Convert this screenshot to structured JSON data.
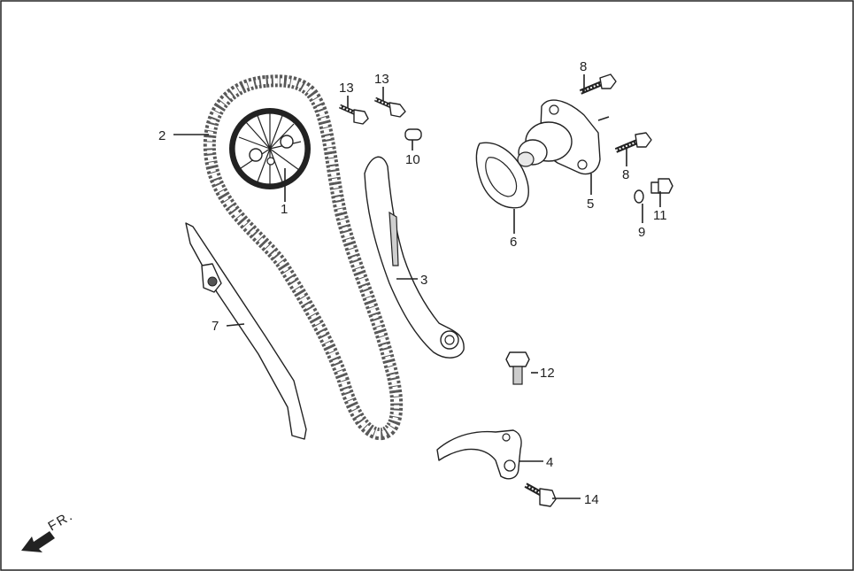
{
  "diagram": {
    "callouts": [
      {
        "id": "1",
        "label": "1",
        "part": "cam-sprocket"
      },
      {
        "id": "2",
        "label": "2",
        "part": "cam-chain"
      },
      {
        "id": "3",
        "label": "3",
        "part": "chain-tensioner-slipper"
      },
      {
        "id": "4",
        "label": "4",
        "part": "tensioner-bracket"
      },
      {
        "id": "5",
        "label": "5",
        "part": "tensioner-lifter"
      },
      {
        "id": "6",
        "label": "6",
        "part": "lifter-gasket"
      },
      {
        "id": "7",
        "label": "7",
        "part": "chain-guide"
      },
      {
        "id": "8a",
        "label": "8",
        "part": "lifter-bolt-upper"
      },
      {
        "id": "8b",
        "label": "8",
        "part": "lifter-bolt-lower"
      },
      {
        "id": "9",
        "label": "9",
        "part": "sealing-washer"
      },
      {
        "id": "10",
        "label": "10",
        "part": "dowel-pin"
      },
      {
        "id": "11",
        "label": "11",
        "part": "sealing-bolt"
      },
      {
        "id": "12",
        "label": "12",
        "part": "pivot-bolt"
      },
      {
        "id": "13a",
        "label": "13",
        "part": "sprocket-bolt-left"
      },
      {
        "id": "13b",
        "label": "13",
        "part": "sprocket-bolt-right"
      },
      {
        "id": "14",
        "label": "14",
        "part": "bracket-bolt"
      }
    ],
    "direction_label": "FR."
  }
}
